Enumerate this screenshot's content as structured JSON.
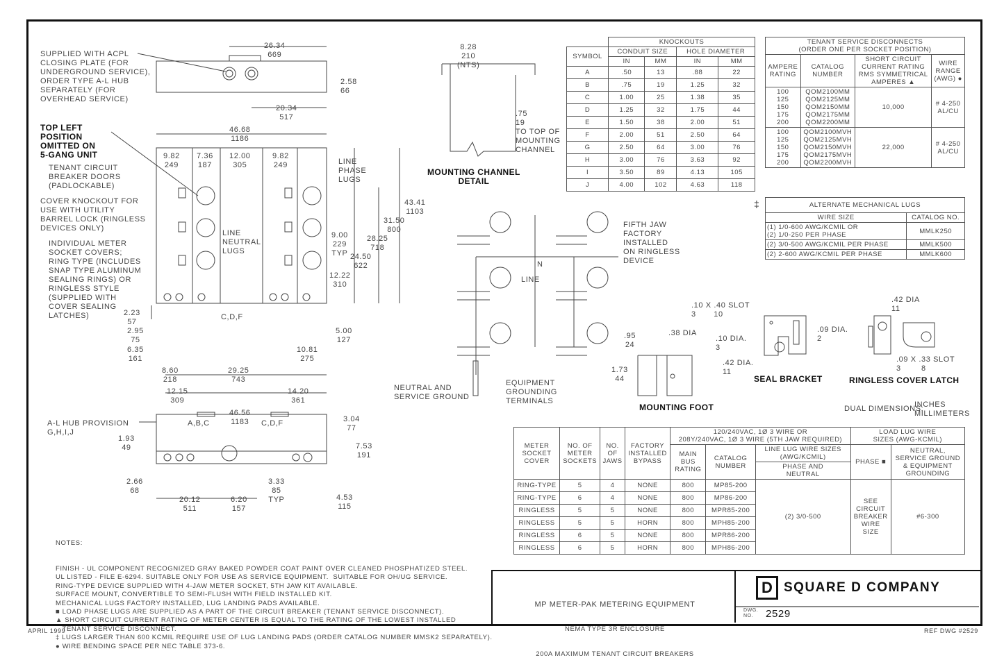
{
  "labels": {
    "acpl": "SUPPLIED WITH ACPL\nCLOSING PLATE (FOR\nUNDERGROUND SERVICE),\nORDER TYPE A-L HUB\nSEPARATELY (FOR\nOVERHEAD SERVICE)",
    "d_26_34": "26.34\n669",
    "d_2_58": "2.58\n66",
    "d_20_34": "20.34\n517",
    "d_8_28": "8.28\n210\n(NTS)",
    "d_75": ".75\n19\nTO TOP OF\nMOUNTING\nCHANNEL",
    "mounting_channel": "MOUNTING CHANNEL\nDETAIL",
    "d_46_68": "46.68\n1186",
    "top_left": "TOP LEFT\nPOSITION\nOMITTED ON\n5-GANG UNIT",
    "breaker_doors": "TENANT CIRCUIT\nBREAKER DOORS\n(PADLOCKABLE)",
    "cover_knockout": "COVER KNOCKOUT FOR\nUSE WITH UTILITY\nBARREL LOCK (RINGLESS\nDEVICES ONLY)",
    "meter_covers": "INDIVIDUAL METER\nSOCKET COVERS;\nRING TYPE (INCLUDES\nSNAP TYPE ALUMINUM\nSEALING RINGS) OR\nRINGLESS STYLE\n(SUPPLIED WITH\nCOVER SEALING\nLATCHES)",
    "d_9_82a": "9.82\n249",
    "d_7_36": "7.36\n187",
    "d_12_00": "12.00\n305",
    "d_9_82b": "9.82\n249",
    "line_phase_lugs": "LINE\nPHASE\nLUGS",
    "d_43_41": "43.41\n1103",
    "d_31_50": "31.50\n800",
    "d_28_25": "28.25\n718",
    "d_9_00": "9.00\n229\nTYP",
    "d_24_50": "24.50\n622",
    "d_12_22": "12.22\n310",
    "line_neutral_lugs": "LINE\nNEUTRAL\nLUGS",
    "d_2_23": "2.23\n57",
    "d_2_95": "2.95\n75",
    "d_6_35": "6.35\n161",
    "cdf_front": "C,D,F",
    "d_5_00": "5.00\n127",
    "d_10_81": "10.81\n275",
    "d_8_60": "8.60\n218",
    "d_29_25": "29.25\n743",
    "d_12_15": "12.15\n309",
    "d_14_20": "14.20\n361",
    "al_hub": "A-L HUB PROVISION\nG,H,I,J",
    "d_46_56": "46.56\n1183",
    "abc": "A,B,C",
    "cdf_bottom": "C,D,F",
    "d_3_04": "3.04\n77",
    "d_1_93": "1.93\n49",
    "d_7_53": "7.53\n191",
    "d_2_66": "2.66\n68",
    "d_3_33": "3.33\n85\nTYP",
    "d_20_12": "20.12\n511",
    "d_6_20": "6.20\n157",
    "d_4_53": "4.53\n115",
    "fifth_jaw": "FIFTH JAW\nFACTORY\nINSTALLED\nON RINGLESS\nDEVICE",
    "n": "N",
    "line": "LINE",
    "neutral_ground": "NEUTRAL AND\nSERVICE GROUND",
    "equipment_grounding": "EQUIPMENT\nGROUNDING\nTERMINALS",
    "d_95": ".95\n24",
    "d_38_dia": ".38 DIA",
    "d_1_73": "1.73\n44",
    "mounting_foot": "MOUNTING FOOT",
    "slot_10_40": ".10 X .40 SLOT\n3       10",
    "dia_10": ".10 DIA.\n3",
    "dia_42_seal": ".42 DIA.\n11",
    "seal_bracket": "SEAL BRACKET",
    "dia_42_latch": ".42 DIA\n11",
    "dia_09": ".09 DIA.\n2",
    "slot_09_33": ".09 X .33 SLOT\n3        8",
    "ringless_latch": "RINGLESS COVER LATCH",
    "dual_dimensions": "DUAL DIMENSIONS:",
    "inches_mm": "INCHES\nMILLIMETERS",
    "double_dagger": "‡"
  },
  "knockouts": {
    "title": "KNOCKOUTS",
    "symbol": "SYMBOL",
    "conduit_size": "CONDUIT SIZE",
    "hole_diameter": "HOLE DIAMETER",
    "in": "IN",
    "mm": "MM",
    "rows": [
      [
        "A",
        ".50",
        "13",
        ".88",
        "22"
      ],
      [
        "B",
        ".75",
        "19",
        "1.25",
        "32"
      ],
      [
        "C",
        "1.00",
        "25",
        "1.38",
        "35"
      ],
      [
        "D",
        "1.25",
        "32",
        "1.75",
        "44"
      ],
      [
        "E",
        "1.50",
        "38",
        "2.00",
        "51"
      ],
      [
        "F",
        "2.00",
        "51",
        "2.50",
        "64"
      ],
      [
        "G",
        "2.50",
        "64",
        "3.00",
        "76"
      ],
      [
        "H",
        "3.00",
        "76",
        "3.63",
        "92"
      ],
      [
        "I",
        "3.50",
        "89",
        "4.13",
        "105"
      ],
      [
        "J",
        "4.00",
        "102",
        "4.63",
        "118"
      ]
    ]
  },
  "tenant": {
    "title": "TENANT SERVICE DISCONNECTS\n(ORDER ONE PER SOCKET POSITION)",
    "headers": [
      "AMPERE\nRATING",
      "CATALOG\nNUMBER",
      "SHORT CIRCUIT\nCURRENT RATING\nRMS SYMMETRICAL\nAMPERES ▲",
      "WIRE\nRANGE\n(AWG) ●"
    ],
    "groups": [
      {
        "amps": "100\n125\n150\n175\n200",
        "catalog": "QOM2100MM\nQOM2125MM\nQOM2150MM\nQOM2175MM\nQOM2200MM",
        "sccr": "10,000",
        "wire": "# 4-250\nAL/CU"
      },
      {
        "amps": "100\n125\n150\n175\n200",
        "catalog": "QOM2100MVH\nQOM2125MVH\nQOM2150MVH\nQOM2175MVH\nQOM2200MVH",
        "sccr": "22,000",
        "wire": "# 4-250\nAL/CU"
      }
    ]
  },
  "alt_lugs": {
    "title": "ALTERNATE MECHANICAL LUGS",
    "headers": [
      "WIRE SIZE",
      "CATALOG NO."
    ],
    "rows": [
      [
        "(1) 1/0-600 AWG/KCMIL OR\n(2) 1/0-250 PER PHASE",
        "MMLK250"
      ],
      [
        "(2) 3/0-500 AWG/KCMIL PER PHASE",
        "MMLK500"
      ],
      [
        "(2) 2-600 AWG/KCMIL PER PHASE",
        "MMLK600"
      ]
    ]
  },
  "main_table": {
    "h_cover": "METER\nSOCKET\nCOVER",
    "h_sockets": "NO. OF\nMETER\nSOCKETS",
    "h_jaws": "NO.\nOF\nJAWS",
    "h_bypass": "FACTORY\nINSTALLED\nBYPASS",
    "h_voltage": "120/240VAC, 1Ø 3 WIRE OR\n208Y/240VAC, 1Ø 3 WIRE (5TH JAW REQUIRED)",
    "h_load": "LOAD LUG WIRE\nSIZES (AWG-KCMIL)",
    "h_bus": "MAIN\nBUS\nRATING",
    "h_catalog": "CATALOG\nNUMBER",
    "h_line_lug": "LINE LUG WIRE SIZES\n(AWG/KCMIL)",
    "h_phase_neutral": "PHASE AND\nNEUTRAL",
    "h_phase": "PHASE ■",
    "h_neutral": "NEUTRAL,\nSERVICE GROUND\n& EQUIPMENT\nGROUNDING",
    "rows": [
      [
        "RING-TYPE",
        "5",
        "4",
        "NONE",
        "800",
        "MP85-200"
      ],
      [
        "RING-TYPE",
        "6",
        "4",
        "NONE",
        "800",
        "MP86-200"
      ],
      [
        "RINGLESS",
        "5",
        "5",
        "NONE",
        "800",
        "MPR85-200"
      ],
      [
        "RINGLESS",
        "5",
        "5",
        "HORN",
        "800",
        "MPH85-200"
      ],
      [
        "RINGLESS",
        "6",
        "5",
        "NONE",
        "800",
        "MPR86-200"
      ],
      [
        "RINGLESS",
        "6",
        "5",
        "HORN",
        "800",
        "MPH86-200"
      ]
    ],
    "line_lug_value": "(2) 3/0-500",
    "phase_value": "SEE\nCIRCUIT\nBREAKER\nWIRE\nSIZE",
    "neutral_value": "#6-300"
  },
  "notes": {
    "title": "NOTES:",
    "lines": [
      "FINISH - UL COMPONENT RECOGNIZED GRAY BAKED POWDER COAT PAINT OVER CLEANED PHOSPHATIZED STEEL.",
      "UL LISTED - FILE E-6294. SUITABLE ONLY FOR USE AS SERVICE EQUIPMENT.  SUITABLE FOR OH/UG SERVICE.",
      "RING-TYPE DEVICE SUPPLIED WITH 4-JAW METER SOCKET, 5TH JAW KIT AVAILABLE.",
      "SURFACE MOUNT, CONVERTIBLE TO SEMI-FLUSH WITH FIELD INSTALLED KIT.",
      "MECHANICAL LUGS FACTORY INSTALLED, LUG LANDING PADS AVAILABLE.",
      "■ LOAD PHASE LUGS ARE SUPPLIED AS A PART OF THE CIRCUIT BREAKER (TENANT SERVICE DISCONNECT).",
      "▲ SHORT CIRCUIT CURRENT RATING OF METER CENTER IS EQUAL TO THE RATING OF THE LOWEST INSTALLED",
      "   TENANT SERVICE DISCONNECT.",
      "‡ LUGS LARGER THAN 600 KCMIL REQUIRE USE OF LUG LANDING PADS (ORDER CATALOG NUMBER MMSK2 SEPARATELY).",
      "● WIRE BENDING SPACE PER NEC TABLE 373-6."
    ]
  },
  "title_block": {
    "line1": "MP METER-PAK METERING EQUIPMENT",
    "line2": "NEMA TYPE 3R ENCLOSURE",
    "line3": "200A MAXIMUM TENANT CIRCUIT BREAKERS",
    "logo_letter": "D",
    "company": "SQUARE D COMPANY",
    "dwg_no_label": "DWG.\nNO.",
    "dwg_no": "2529"
  },
  "footer": {
    "date": "APRIL 1999",
    "ref": "REF DWG #2529"
  }
}
